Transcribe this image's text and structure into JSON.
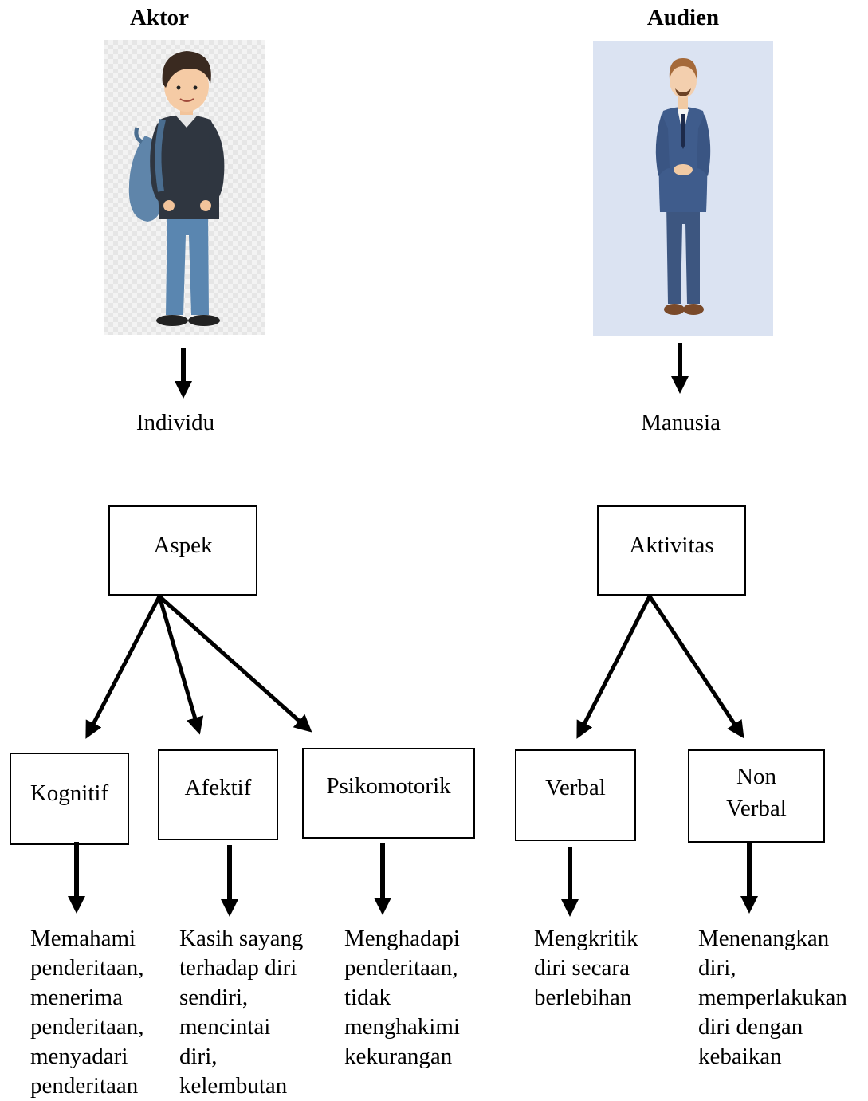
{
  "actor": {
    "heading": "Aktor",
    "label": "Individu",
    "figure_icon": "student-with-backpack-illustration"
  },
  "audience": {
    "heading": "Audien",
    "label": "Manusia",
    "figure_icon": "man-in-suit-illustration"
  },
  "boxes": {
    "aspek": "Aspek",
    "aktivitas": "Aktivitas",
    "kognitif": "Kognitif",
    "afektif": "Afektif",
    "psikomotorik": "Psikomotorik",
    "verbal": "Verbal",
    "non_verbal": [
      "Non",
      "Verbal"
    ]
  },
  "descriptions": {
    "kognitif": [
      "Memahami",
      "penderitaan,",
      "menerima",
      "penderitaan,",
      "menyadari",
      "penderitaan"
    ],
    "afektif": [
      "Kasih sayang",
      "terhadap diri",
      "sendiri,",
      "mencintai",
      "diri,",
      "kelembutan"
    ],
    "psikomotorik": [
      "Menghadapi",
      "penderitaan,",
      "tidak",
      "menghakimi",
      "kekurangan"
    ],
    "verbal": [
      "Mengkritik",
      "diri secara",
      "berlebihan"
    ],
    "non_verbal": [
      "Menenangkan",
      "diri,",
      "memperlakukan",
      "diri dengan",
      "kebaikan"
    ]
  }
}
